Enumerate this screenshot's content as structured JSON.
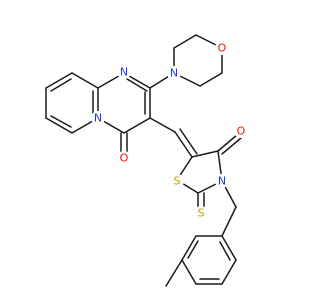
{
  "molecule": {
    "colors": {
      "bond": "#1a1a1a",
      "N": "#2233ff",
      "O": "#ee1111",
      "S": "#b8a400"
    },
    "atoms": {
      "n_pyrimidine": {
        "symbol": "N",
        "text": "N"
      },
      "n_bridgehead": {
        "symbol": "N",
        "text": "N"
      },
      "n_morpholine": {
        "symbol": "N",
        "text": "N"
      },
      "o_morpholine": {
        "symbol": "O",
        "text": "O"
      },
      "o_pyrimidinone": {
        "symbol": "O",
        "text": "O"
      },
      "o_thiazolidinone": {
        "symbol": "O",
        "text": "O"
      },
      "s_ring": {
        "symbol": "S",
        "text": "S"
      },
      "s_thioxo": {
        "symbol": "S",
        "text": "S"
      },
      "n_thiazolidine": {
        "symbol": "N",
        "text": "N"
      }
    }
  }
}
